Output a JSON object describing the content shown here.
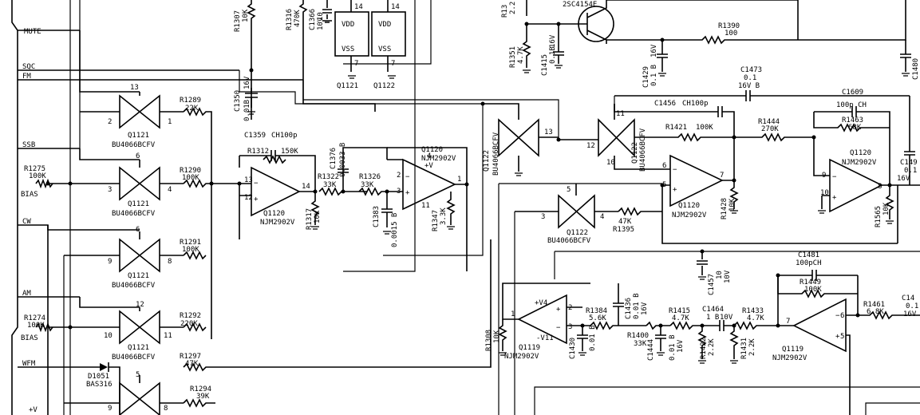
{
  "net_labels": {
    "mute": "MUTE",
    "sqc": "SQC",
    "fm": "FM",
    "ssb": "SSB",
    "bias1": "BIAS",
    "cw": "CW",
    "am": "AM",
    "bias2": "BIAS",
    "wfm": "WFM"
  },
  "switches": {
    "s1": {
      "name": "Q1121",
      "part": "BU4066BCFV",
      "pins": [
        "13",
        "2",
        "1"
      ]
    },
    "s2": {
      "name": "Q1121",
      "part": "BU4066BCFV",
      "pins": [
        "6",
        "3",
        "4"
      ]
    },
    "s3": {
      "name": "Q1121",
      "part": "BU4066BCFV",
      "pins": [
        "6",
        "9",
        "8"
      ]
    },
    "s4": {
      "name": "Q1121",
      "part": "BU4066BCFV",
      "pins": [
        "12",
        "10",
        "11"
      ]
    },
    "s5": {
      "pins": [
        "5",
        "9",
        "8"
      ]
    },
    "q1122a": {
      "name": "Q1122",
      "part": "BU4066BCFV",
      "pins": [
        "13"
      ]
    },
    "q1122b": {
      "name": "Q1122",
      "part": "BU4066BCFV",
      "pins": [
        "11",
        "12",
        "10"
      ]
    },
    "q1122c": {
      "name": "Q1122",
      "part": "BU4066BCFV",
      "pins": [
        "5",
        "3",
        "4"
      ]
    }
  },
  "resistors": {
    "r1307": {
      "ref": "R1307",
      "val": "10K"
    },
    "r1316": {
      "ref": "R1316",
      "val": "470K"
    },
    "r1289": {
      "ref": "R1289",
      "val": "22K"
    },
    "r1275": {
      "ref": "R1275",
      "val": "100K"
    },
    "r1290": {
      "ref": "R1290",
      "val": "100K"
    },
    "r1291": {
      "ref": "R1291",
      "val": "100K"
    },
    "r1274": {
      "ref": "R1274",
      "val": "100K"
    },
    "r1292": {
      "ref": "R1292",
      "val": "220K"
    },
    "r1297": {
      "ref": "R1297",
      "val": "47K"
    },
    "r1294": {
      "ref": "R1294",
      "val": "39K"
    },
    "r1312": {
      "ref": "R1312",
      "val": "150K"
    },
    "r1322": {
      "ref": "R1322",
      "val": "33K"
    },
    "r1326": {
      "ref": "R1326",
      "val": "33K"
    },
    "r1317": {
      "ref": "R1317",
      "val": "10K"
    },
    "r1347": {
      "ref": "R1347",
      "val": "3.3K"
    },
    "r1351": {
      "ref": "R1351",
      "val": "4.7K"
    },
    "r1390": {
      "ref": "R1390",
      "val": "100"
    },
    "r1421": {
      "ref": "R1421",
      "val": "100K"
    },
    "r1444": {
      "ref": "R1444",
      "val": "270K"
    },
    "r1463": {
      "ref": "R1463",
      "val": "68K"
    },
    "r1428": {
      "ref": "R1428",
      "val": "10K"
    },
    "r1395": {
      "ref": "R1395",
      "val": "47K"
    },
    "r1565": {
      "ref": "R1565",
      "val": "10K"
    },
    "r1308": {
      "ref": "R1308",
      "val": "10K"
    },
    "r1384": {
      "ref": "R1384",
      "val": "5.6K"
    },
    "r1400": {
      "ref": "R1400",
      "val": "33K"
    },
    "r1415": {
      "ref": "R1415",
      "val": "4.7K"
    },
    "r1422": {
      "ref": "R1422",
      "val": "2.2K"
    },
    "r1433": {
      "ref": "R1433",
      "val": "4.7K"
    },
    "r1431": {
      "ref": "R1431",
      "val": "2.2K"
    },
    "r1449": {
      "ref": "R1449",
      "val": "100K"
    },
    "r1461": {
      "ref": "R1461",
      "val": "6.8K"
    },
    "r13x": {
      "ref": "R13",
      "val": "2.2"
    }
  },
  "capacitors": {
    "c1366": {
      "ref": "C1366",
      "val": "10",
      "v": "10V"
    },
    "c1350": {
      "ref": "C1350",
      "val": "0.01B",
      "v": "16V"
    },
    "c1359": {
      "ref": "C1359",
      "val": "CH100p"
    },
    "c1376": {
      "ref": "C1376",
      "val": "0.0033 B"
    },
    "c1383": {
      "ref": "C1383",
      "val": "0.0015 B"
    },
    "c1415": {
      "ref": "C1415",
      "val": "0.1B",
      "v": "16V"
    },
    "c1429": {
      "ref": "C1429",
      "val": "0.1 B",
      "v": "16V"
    },
    "c1480": {
      "ref": "C1480"
    },
    "c1473": {
      "ref": "C1473",
      "val": "0.1",
      "v": "16V B"
    },
    "c1456": {
      "ref": "C1456",
      "val": "CH100p"
    },
    "c1609": {
      "ref": "C1609",
      "val": "100p CH"
    },
    "c1457": {
      "ref": "C1457",
      "val": "10",
      "v": "10V"
    },
    "c1481": {
      "ref": "C1481",
      "val": "100pCH"
    },
    "c1436": {
      "ref": "C1436",
      "val": "0.01 B",
      "v": "16V"
    },
    "c1430": {
      "ref": "C1430",
      "val": "0.01 B"
    },
    "c1464": {
      "ref": "C1464",
      "val": "1 B",
      "v": "10V"
    },
    "c1444": {
      "ref": "C1444",
      "val": "0.01 B",
      "v": "16V"
    },
    "c149x": {
      "ref": "C149",
      "val": "0.1",
      "v": "16V"
    },
    "c14x": {
      "ref": "C14",
      "val": "0.1",
      "v": "16V"
    }
  },
  "opamps": {
    "oa1": {
      "name": "Q1120",
      "part": "NJM2902V",
      "pins": [
        "13",
        "12",
        "14"
      ]
    },
    "oa2": {
      "name": "Q1120",
      "part": "NJM2902V",
      "pins": [
        "2",
        "3",
        "1",
        "4",
        "11",
        "+V"
      ]
    },
    "oa3": {
      "name": "Q1120",
      "part": "NJM2902V",
      "pins": [
        "6",
        "5",
        "7"
      ]
    },
    "oa4": {
      "name": "Q1120",
      "part": "NJM2902V",
      "pins": [
        "9",
        "10",
        "8"
      ]
    },
    "oa5": {
      "name": "Q1119",
      "part": "NJM2902V",
      "pins": [
        "2",
        "3",
        "1",
        "+V4",
        "-V11"
      ]
    },
    "oa6": {
      "name": "Q1119",
      "part": "NJM2902V",
      "pins": [
        "6",
        "5",
        "7"
      ]
    }
  },
  "logic": {
    "u1": {
      "name": "Q1121",
      "vdd": "VDD",
      "vss": "VSS",
      "pin_top": "14",
      "pin_bot": "7"
    },
    "u2": {
      "name": "Q1122",
      "vdd": "VDD",
      "vss": "VSS",
      "pin_top": "14",
      "pin_bot": "7"
    }
  },
  "transistor": {
    "part": "2SC4154E"
  },
  "diode": {
    "ref": "D1051",
    "part": "BAS316"
  },
  "misc": {
    "vplus": "+V"
  }
}
